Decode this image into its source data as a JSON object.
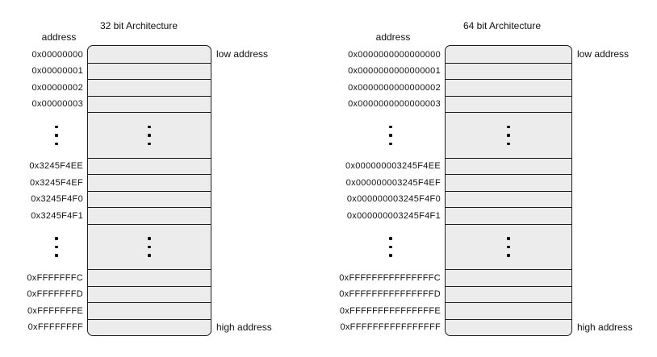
{
  "figure": {
    "description": "Memory address layout comparison diagram"
  },
  "colors": {
    "background": "#ffffff",
    "cell_fill": "#ececec",
    "border": "#1d1d1d",
    "text": "#111111"
  },
  "diagrams": [
    {
      "title": "32 bit Architecture",
      "address_column_label": "address",
      "low_address_label": "low address",
      "high_address_label": "high address",
      "address_groups": [
        [
          "0x00000000",
          "0x00000001",
          "0x00000002",
          "0x00000003"
        ],
        [
          "0x3245F4EE",
          "0x3245F4EF",
          "0x3245F4F0",
          "0x3245F4F1"
        ],
        [
          "0xFFFFFFFC",
          "0xFFFFFFFD",
          "0xFFFFFFFE",
          "0xFFFFFFFF"
        ]
      ]
    },
    {
      "title": "64 bit Architecture",
      "address_column_label": "address",
      "low_address_label": "low address",
      "high_address_label": "high address",
      "address_groups": [
        [
          "0x0000000000000000",
          "0x0000000000000001",
          "0x0000000000000002",
          "0x0000000000000003"
        ],
        [
          "0x000000003245F4EE",
          "0x000000003245F4EF",
          "0x000000003245F4F0",
          "0x000000003245F4F1"
        ],
        [
          "0xFFFFFFFFFFFFFFFC",
          "0xFFFFFFFFFFFFFFFD",
          "0xFFFFFFFFFFFFFFFE",
          "0xFFFFFFFFFFFFFFFF"
        ]
      ]
    }
  ]
}
